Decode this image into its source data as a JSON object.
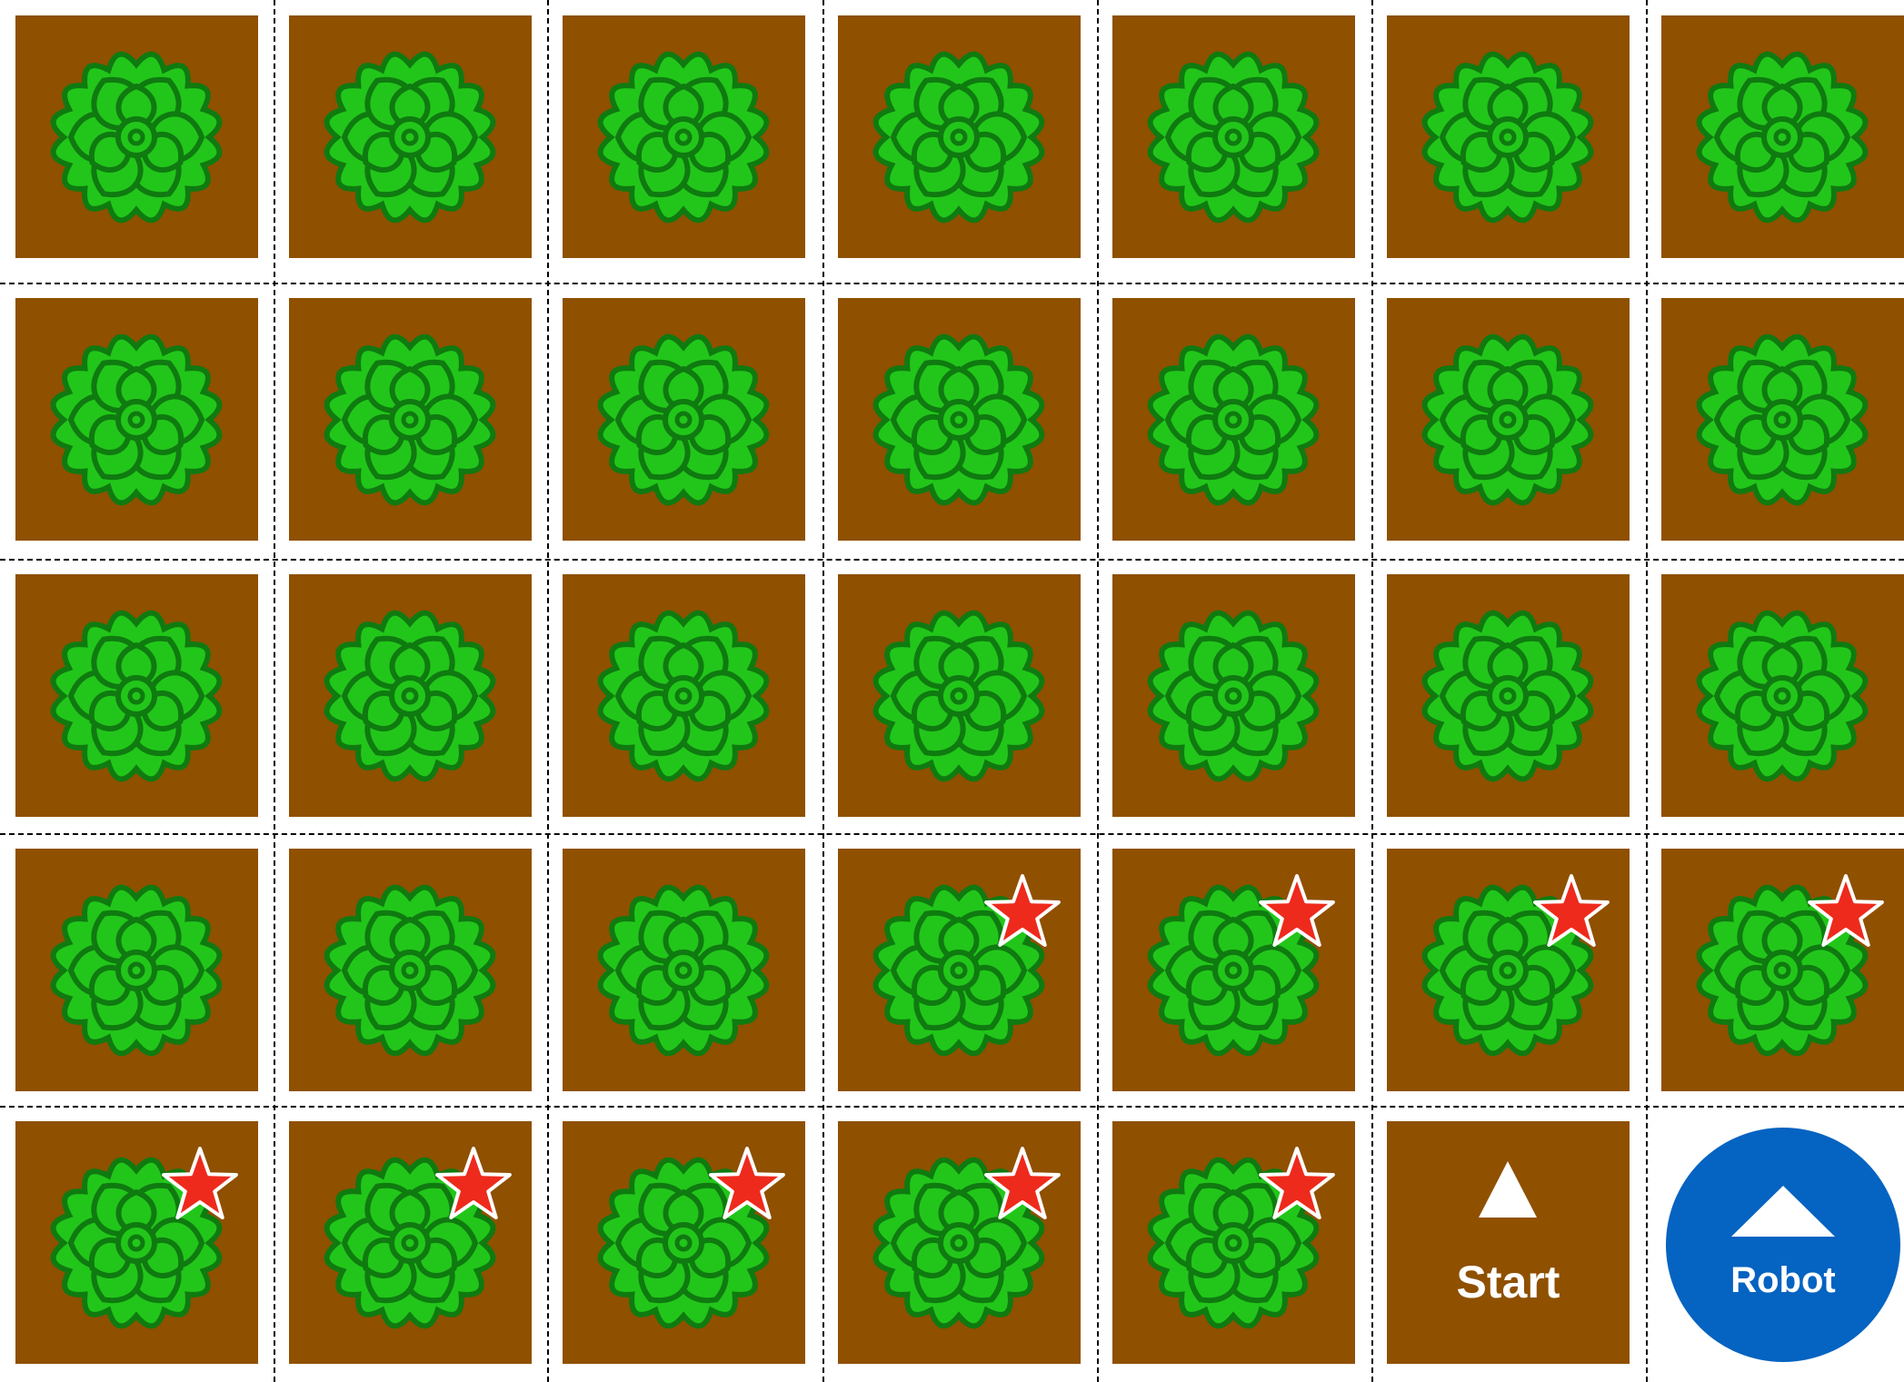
{
  "board": {
    "rows": 5,
    "cols": 7,
    "soil_color": "#8f5000",
    "plant_color": "#22c61a",
    "plant_outline_color": "#0f7a10",
    "star_color": "#ee2a1c",
    "icons": {
      "plant": "lettuce-plant-icon",
      "star": "star-icon",
      "arrow": "up-arrow-icon"
    },
    "cells": [
      [
        "plant",
        "plant",
        "plant",
        "plant",
        "plant",
        "plant",
        "plant"
      ],
      [
        "plant",
        "plant",
        "plant",
        "plant",
        "plant",
        "plant",
        "plant"
      ],
      [
        "plant",
        "plant",
        "plant",
        "plant",
        "plant",
        "plant",
        "plant"
      ],
      [
        "plant",
        "plant",
        "plant",
        "plant-star",
        "plant-star",
        "plant-star",
        "plant-star"
      ],
      [
        "plant-star",
        "plant-star",
        "plant-star",
        "plant-star",
        "plant-star",
        "start",
        "robot"
      ]
    ]
  },
  "start_tile": {
    "label": "Start",
    "arrow_direction": "up"
  },
  "robot": {
    "label": "Robot",
    "color": "#0563c1",
    "arrow_direction": "up"
  }
}
